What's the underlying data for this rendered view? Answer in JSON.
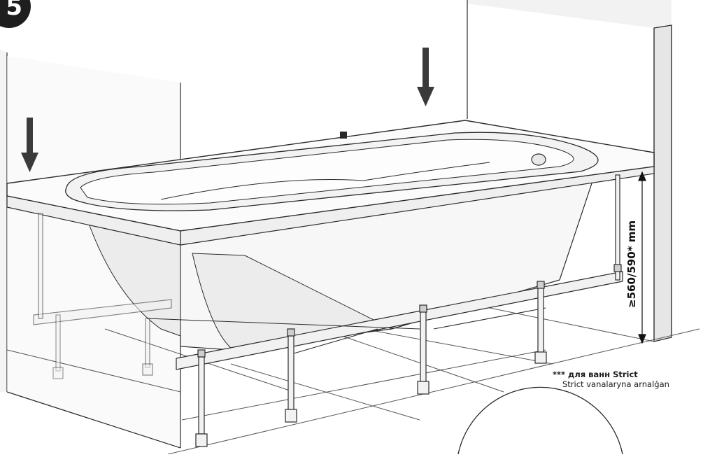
{
  "step": {
    "number": "5"
  },
  "dimension": {
    "text": "≥560/590* mm"
  },
  "note": {
    "line1": "*** для ванн Strict",
    "line2": "Strict vanalaryna arnalǵan"
  },
  "colors": {
    "line": "#2a2a2a",
    "wall": "#f3f3f3",
    "wall_shadow": "#e4e4e4",
    "tub_shade": "#ececec",
    "arrow": "#3a3a3a"
  }
}
